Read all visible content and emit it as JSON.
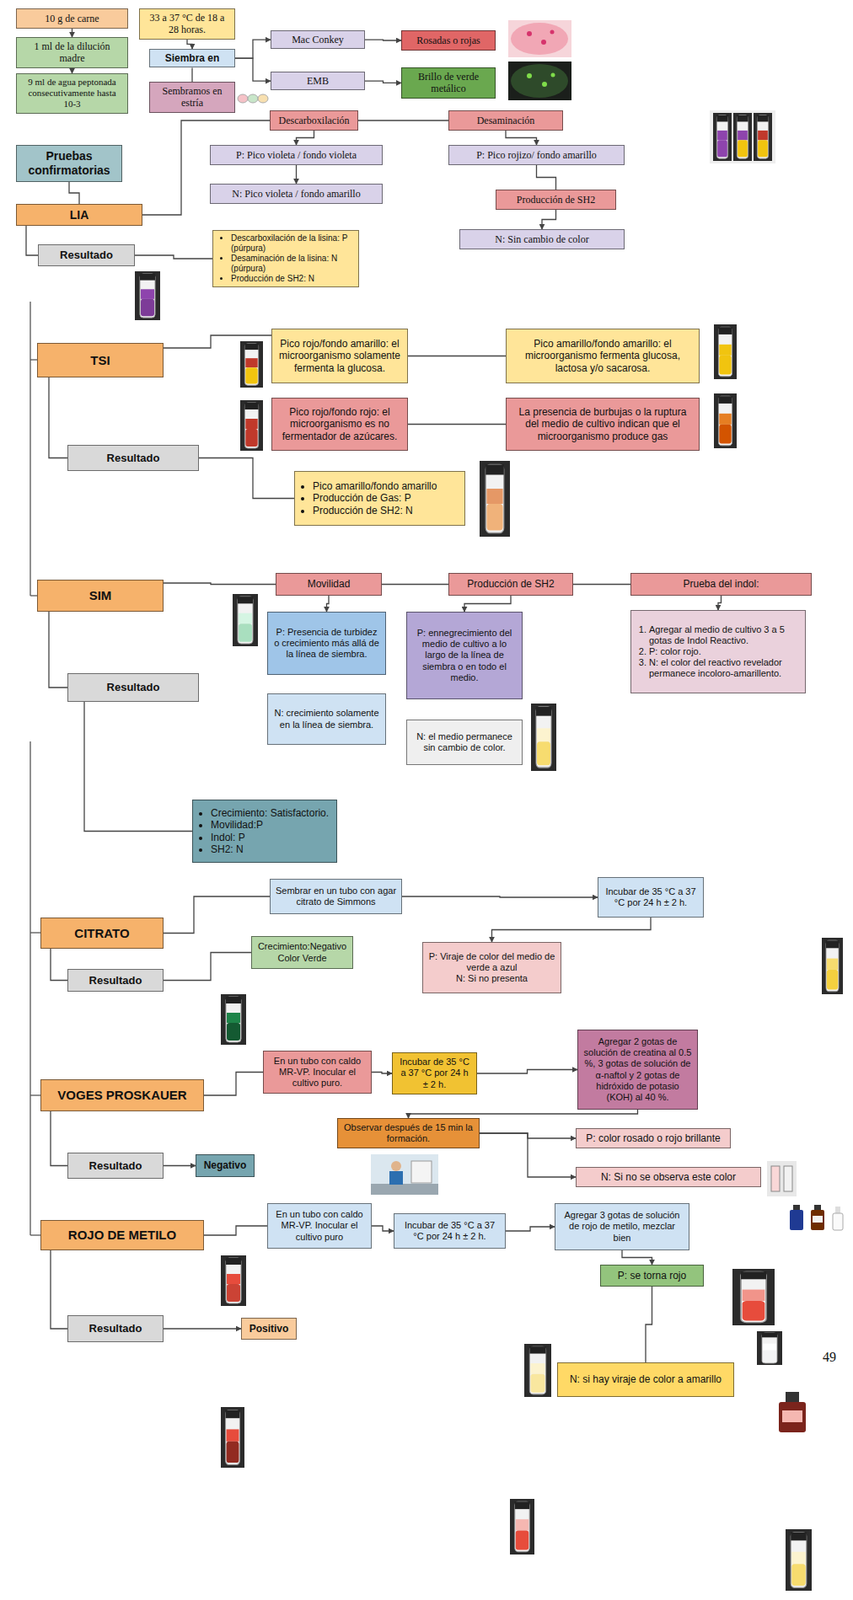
{
  "diagram": {
    "nodes": [
      {
        "text": [
          "10 g de carne"
        ]
      },
      {
        "text": [
          "1 ml de la dilución madre"
        ]
      },
      {
        "text": [
          "9 ml de agua peptonada consecutivamente hasta 10-3"
        ]
      },
      {
        "text": [
          "33 a 37 °C de 18 a 28 horas."
        ]
      },
      {
        "text": [
          "Siembra en"
        ]
      },
      {
        "text": [
          "Sembramos en estría"
        ]
      },
      {
        "text": [
          "Mac Conkey"
        ]
      },
      {
        "text": [
          "Rosadas o rojas"
        ]
      },
      {
        "text": [
          "EMB"
        ]
      },
      {
        "text": [
          "Brillo de verde metálico"
        ]
      },
      {
        "text": [
          "Pruebas confirmatorias"
        ]
      },
      {
        "text": [
          "LIA"
        ]
      },
      {
        "text": [
          "Resultado"
        ]
      },
      {
        "text": [
          "Descarboxilación"
        ]
      },
      {
        "text": [
          "Desaminación"
        ]
      },
      {
        "text": [
          "P: Pico violeta / fondo violeta"
        ]
      },
      {
        "text": [
          "P: Pico rojizo/ fondo amarillo"
        ]
      },
      {
        "text": [
          "N: Pico violeta / fondo amarillo"
        ]
      },
      {
        "text": [
          "Producción de SH2"
        ]
      },
      {
        "text": [
          "N: Sin cambio de color"
        ]
      },
      {
        "text": [
          "Descarboxilación de la lisina: P (púrpura)",
          "Desaminación de la lisina: N (púrpura)",
          "Producción de SH2: N"
        ]
      },
      {
        "text": [
          "TSI"
        ]
      },
      {
        "text": [
          "Resultado"
        ]
      },
      {
        "text": [
          "Pico rojo/fondo amarillo: el microorganismo solamente fermenta la glucosa."
        ]
      },
      {
        "text": [
          "Pico amarillo/fondo amarillo: el microorganismo fermenta glucosa, lactosa y/o sacarosa."
        ]
      },
      {
        "text": [
          "Pico rojo/fondo rojo: el microorganismo es no fermentador de azúcares."
        ]
      },
      {
        "text": [
          "La presencia de burbujas o la ruptura del medio de cultivo indican que el microorganismo produce gas"
        ]
      },
      {
        "text": [
          "Pico amarillo/fondo amarillo",
          "Producción de Gas: P",
          "Producción de SH2: N"
        ]
      },
      {
        "text": [
          "SIM"
        ]
      },
      {
        "text": [
          "Resultado"
        ]
      },
      {
        "text": [
          "Movilidad"
        ]
      },
      {
        "text": [
          "Producción de SH2"
        ]
      },
      {
        "text": [
          "Prueba del indol:"
        ]
      },
      {
        "text": [
          "P: Presencia de turbidez o crecimiento más allá de la línea de siembra."
        ]
      },
      {
        "text": [
          "N: crecimiento solamente en la línea de siembra."
        ]
      },
      {
        "text": [
          "P: ennegrecimiento del medio de cultivo a lo largo de la línea de siembra o en todo el medio."
        ]
      },
      {
        "text": [
          "N: el medio permanece sin cambio de color."
        ]
      },
      {
        "text": [
          "Agregar al medio de cultivo 3 a 5 gotas de Indol Reactivo.",
          "P: color rojo.",
          "N: el color del reactivo revelador permanece incoloro-amarillento."
        ]
      },
      {
        "text": [
          "Crecimiento: Satisfactorio.",
          "Movilidad:P",
          "Indol: P",
          "SH2: N"
        ]
      },
      {
        "text": [
          "CITRATO"
        ]
      },
      {
        "text": [
          "Resultado"
        ]
      },
      {
        "text": [
          "Sembrar en un tubo con agar citrato de Simmons"
        ]
      },
      {
        "text": [
          "Incubar de 35 °C a 37 °C por 24 h ± 2 h."
        ]
      },
      {
        "text": [
          "Crecimiento:Negativo Color Verde"
        ]
      },
      {
        "text": [
          "P: Viraje de color del medio de verde a azul",
          "N: Si no presenta"
        ]
      },
      {
        "text": [
          "VOGES PROSKAUER"
        ]
      },
      {
        "text": [
          "Resultado"
        ]
      },
      {
        "text": [
          "Negativo"
        ]
      },
      {
        "text": [
          "En un tubo con caldo MR-VP. Inocular el cultivo puro."
        ]
      },
      {
        "text": [
          "Incubar de 35 °C a 37 °C por 24 h ± 2 h."
        ]
      },
      {
        "text": [
          "Agregar 2 gotas de solución de creatina al 0.5 %, 3 gotas de solución de α-naftol y 2 gotas de hidróxido de potasio (KOH) al 40 %."
        ]
      },
      {
        "text": [
          "Observar después de 15 min la formación."
        ]
      },
      {
        "text": [
          "P: color rosado o rojo brillante"
        ]
      },
      {
        "text": [
          "N: Si no se observa este color"
        ]
      },
      {
        "text": [
          "ROJO DE METILO"
        ]
      },
      {
        "text": [
          "Resultado"
        ]
      },
      {
        "text": [
          "Positivo"
        ]
      },
      {
        "text": [
          "En un tubo con caldo MR-VP. Inocular el cultivo puro"
        ]
      },
      {
        "text": [
          "Incubar de 35 °C a 37 °C por 24 h ± 2 h."
        ]
      },
      {
        "text": [
          "Agregar 3 gotas de solución de rojo de metilo, mezclar bien"
        ]
      },
      {
        "text": [
          "P: se torna rojo"
        ]
      },
      {
        "text": [
          "N: si hay viraje de color a amarillo"
        ]
      }
    ],
    "edges": [
      {
        "from": 0,
        "to": 1,
        "arrow": "to"
      },
      {
        "from": 1,
        "to": 2,
        "arrow": "to"
      },
      {
        "from": 3,
        "to": 4,
        "arrow": "to"
      },
      {
        "from": 4,
        "to": 5,
        "arrow": "none"
      },
      {
        "from": 4,
        "to": 6,
        "arrow": "to"
      },
      {
        "from": 4,
        "to": 8,
        "arrow": "to"
      },
      {
        "from": 6,
        "to": 7,
        "arrow": "to"
      },
      {
        "from": 8,
        "to": 9,
        "arrow": "to"
      },
      {
        "from": 10,
        "to": 11,
        "arrow": "none"
      },
      {
        "from": 11,
        "to": 12,
        "arrow": "none"
      },
      {
        "from": 11,
        "to": 13,
        "arrow": "none"
      },
      {
        "from": 13,
        "to": 14,
        "arrow": "none"
      },
      {
        "from": 13,
        "to": 15,
        "arrow": "to"
      },
      {
        "from": 15,
        "to": 17,
        "arrow": "to"
      },
      {
        "from": 14,
        "to": 16,
        "arrow": "to"
      },
      {
        "from": 16,
        "to": 18,
        "arrow": "none"
      },
      {
        "from": 18,
        "to": 19,
        "arrow": "to"
      },
      {
        "from": 12,
        "to": 20,
        "arrow": "none"
      },
      {
        "from": 21,
        "to": 22,
        "arrow": "none"
      },
      {
        "from": 21,
        "to": 23,
        "arrow": "none"
      },
      {
        "from": 23,
        "to": 24,
        "arrow": "none"
      },
      {
        "from": 25,
        "to": 26,
        "arrow": "none"
      },
      {
        "from": 22,
        "to": 27,
        "arrow": "none"
      },
      {
        "from": 28,
        "to": 29,
        "arrow": "none"
      },
      {
        "from": 28,
        "to": 30,
        "arrow": "none"
      },
      {
        "from": 30,
        "to": 31,
        "arrow": "none"
      },
      {
        "from": 31,
        "to": 32,
        "arrow": "none"
      },
      {
        "from": 30,
        "to": 33,
        "arrow": "to"
      },
      {
        "from": 31,
        "to": 35,
        "arrow": "to"
      },
      {
        "from": 32,
        "to": 37,
        "arrow": "to"
      },
      {
        "from": 29,
        "to": 38,
        "arrow": "none"
      },
      {
        "from": 39,
        "to": 40,
        "arrow": "none"
      },
      {
        "from": 39,
        "to": 41,
        "arrow": "none"
      },
      {
        "from": 41,
        "to": 42,
        "arrow": "to"
      },
      {
        "from": 42,
        "to": 44,
        "arrow": "to"
      },
      {
        "from": 40,
        "to": 43,
        "arrow": "none"
      },
      {
        "from": 45,
        "to": 46,
        "arrow": "none"
      },
      {
        "from": 45,
        "to": 48,
        "arrow": "none"
      },
      {
        "from": 48,
        "to": 49,
        "arrow": "to"
      },
      {
        "from": 49,
        "to": 50,
        "arrow": "to"
      },
      {
        "from": 50,
        "to": 51,
        "arrow": "to"
      },
      {
        "from": 51,
        "to": 52,
        "arrow": "to"
      },
      {
        "from": 51,
        "to": 53,
        "arrow": "to"
      },
      {
        "from": 46,
        "to": 47,
        "arrow": "to"
      },
      {
        "from": 54,
        "to": 55,
        "arrow": "none"
      },
      {
        "from": 54,
        "to": 57,
        "arrow": "none"
      },
      {
        "from": 57,
        "to": 58,
        "arrow": "to"
      },
      {
        "from": 58,
        "to": 59,
        "arrow": "to"
      },
      {
        "from": 59,
        "to": 60,
        "arrow": "to"
      },
      {
        "from": 60,
        "to": 61,
        "arrow": "none"
      },
      {
        "from": 55,
        "to": 56,
        "arrow": "to"
      }
    ],
    "labels": [
      "49"
    ]
  }
}
